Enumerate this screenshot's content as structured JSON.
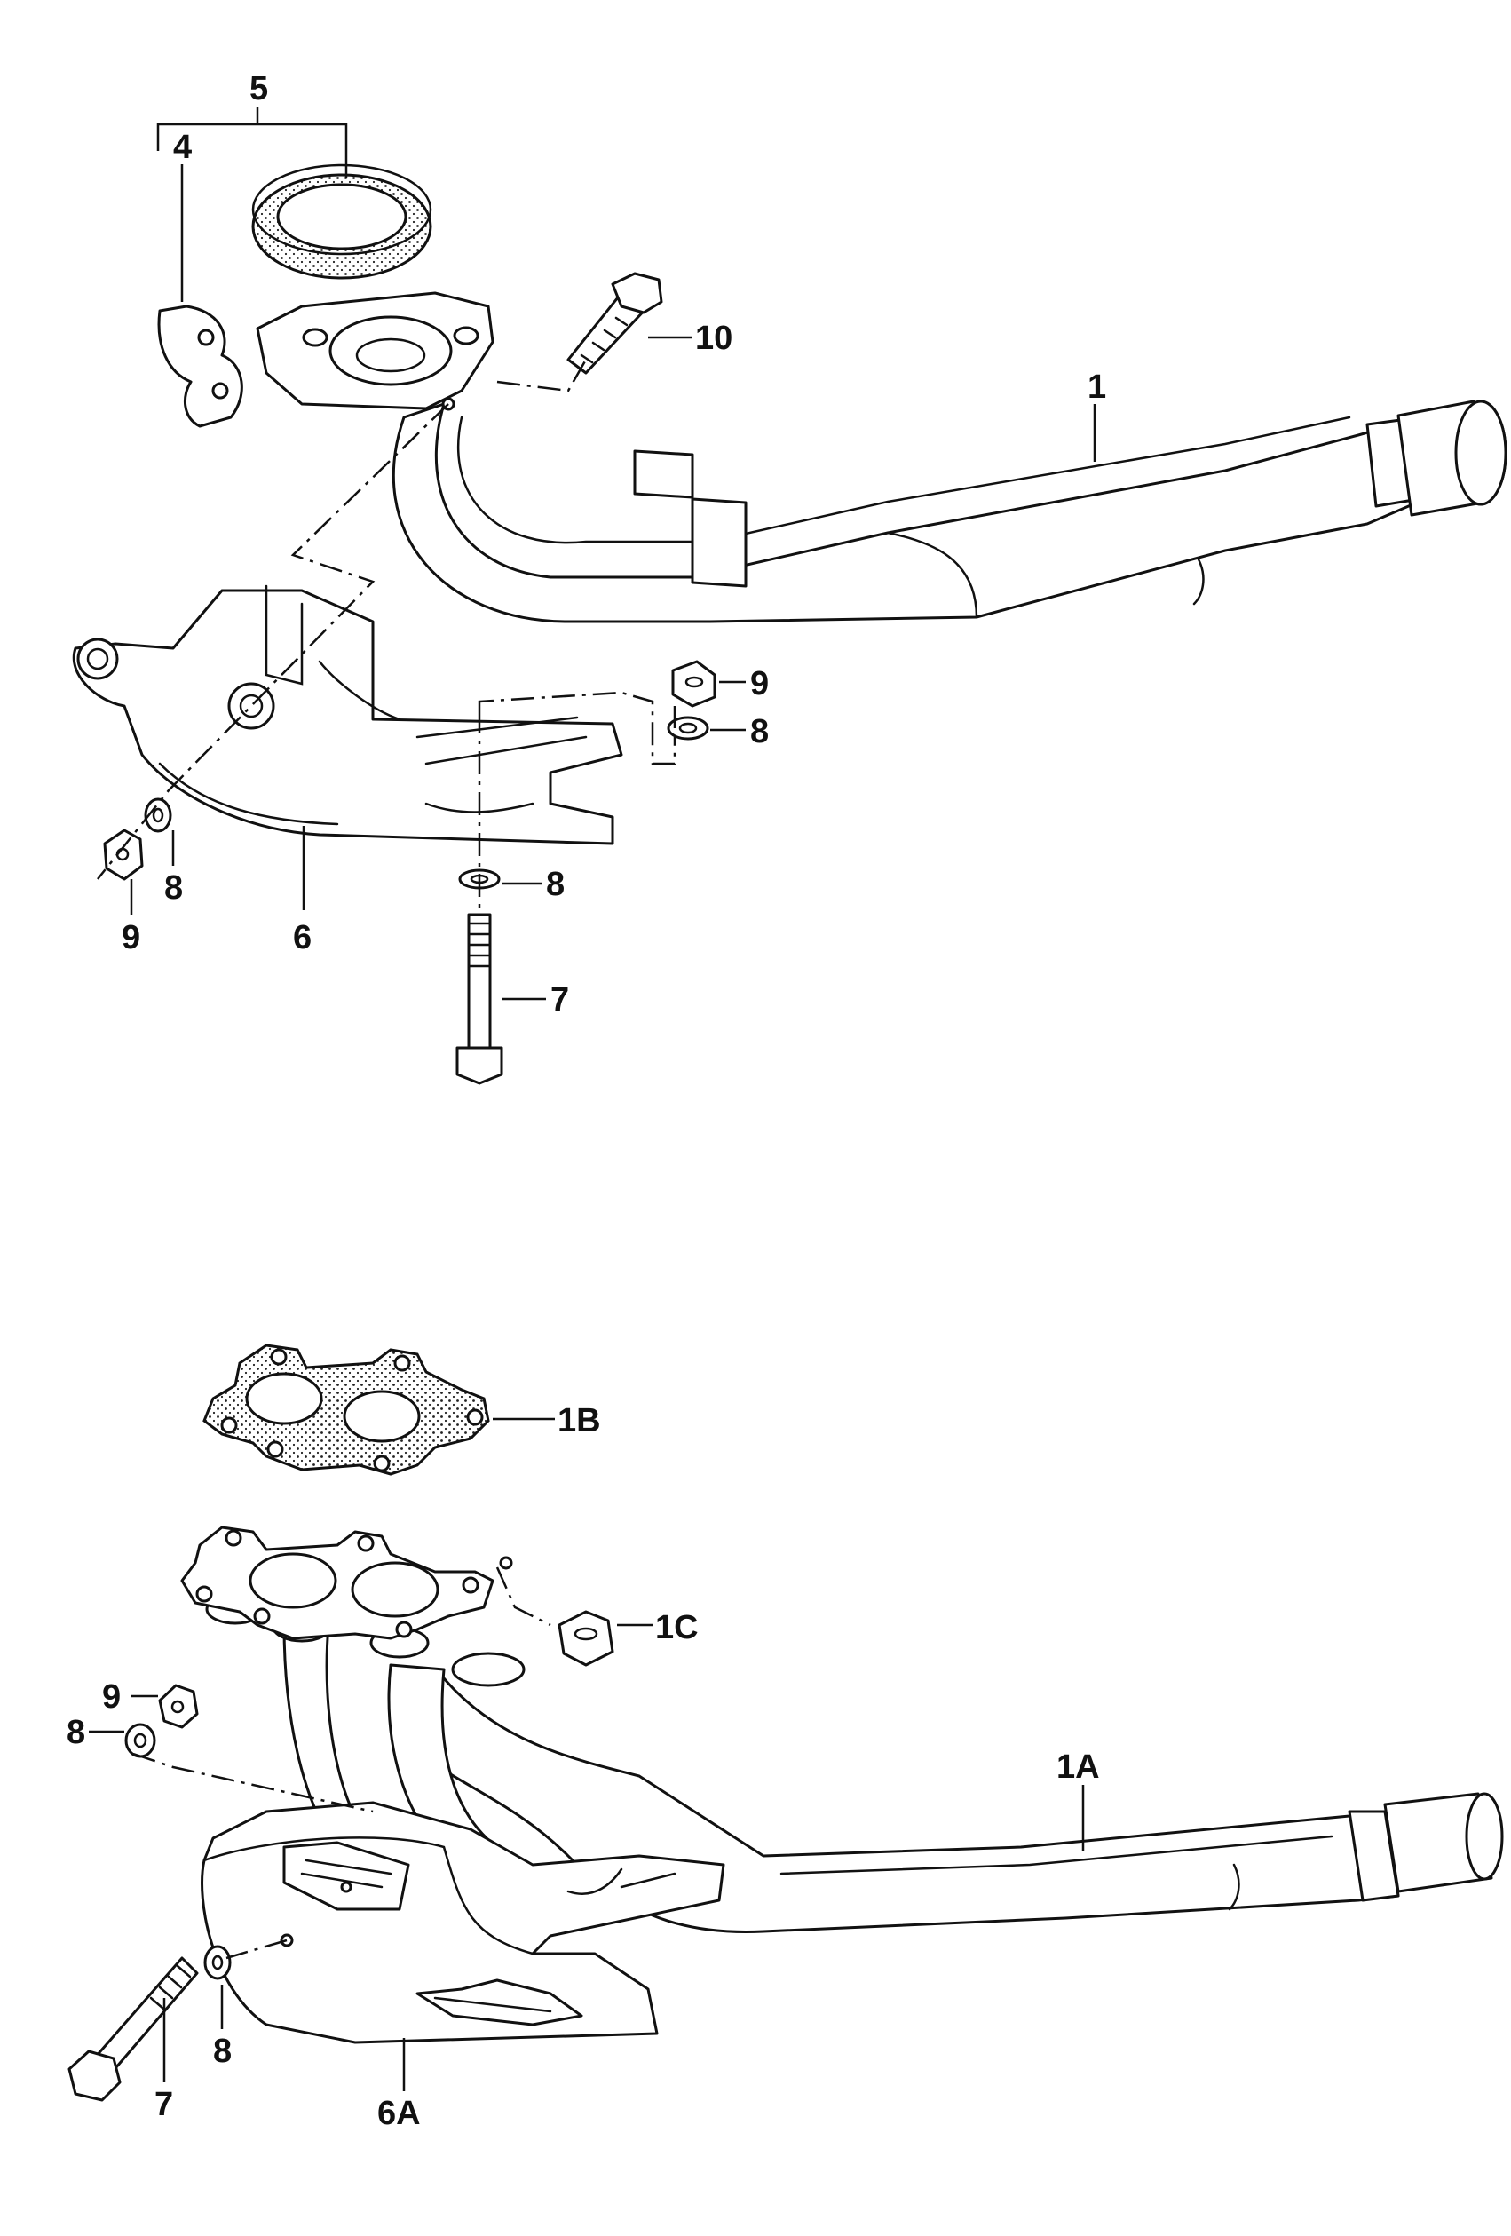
{
  "callouts": {
    "top": {
      "c1": "1",
      "c4": "4",
      "c5": "5",
      "c6": "6",
      "c7": "7",
      "c8a": "8",
      "c8b": "8",
      "c8c": "8",
      "c9a": "9",
      "c9b": "9",
      "c10": "10"
    },
    "bottom": {
      "c1a": "1A",
      "c1b": "1B",
      "c1c": "1C",
      "c6a": "6A",
      "c7": "7",
      "c8a": "8",
      "c8b": "8",
      "c9": "9"
    }
  }
}
